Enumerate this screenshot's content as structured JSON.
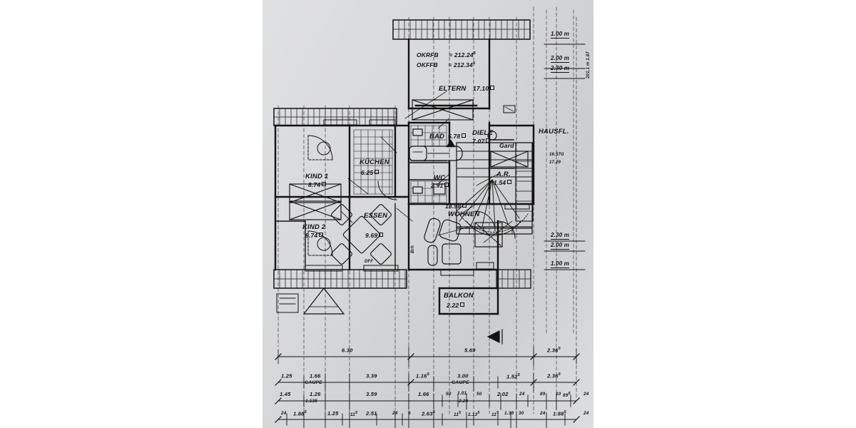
{
  "document": {
    "type": "architectural-floor-plan",
    "language": "de",
    "sheet_background": "#d7d8da",
    "ink_color": "#121212"
  },
  "elevations": {
    "okrfb_label": "OKRFB",
    "okrfb_value": "= 212.24",
    "okrfb_sup": "5",
    "okffb_label": "OKFFB",
    "okffb_value": "= 212.34",
    "okffb_sup": "5"
  },
  "rooms": [
    {
      "name": "ELTERN",
      "area": "17.10",
      "unit_glyph": "square"
    },
    {
      "name": "KIND 1",
      "area": "8.74",
      "unit_glyph": "square"
    },
    {
      "name": "KIND 2",
      "area": "8.74",
      "unit_glyph": "square"
    },
    {
      "name": "KÜCHEN",
      "area": "6.25",
      "unit_glyph": "square"
    },
    {
      "name": "ESSEN",
      "area": "9.69",
      "unit_glyph": "square"
    },
    {
      "name": "WOHNEN",
      "area": "18.98",
      "unit_glyph": "square"
    },
    {
      "name": "BAD",
      "area": "5.78",
      "unit_glyph": "square"
    },
    {
      "name": "WC",
      "area": "2.91",
      "unit_glyph": "square"
    },
    {
      "name": "DIELE",
      "area": "7.07",
      "unit_glyph": "square"
    },
    {
      "name": "A.R.",
      "area": "1.54",
      "unit_glyph": "square"
    },
    {
      "name": "BALKON",
      "area": "2.22",
      "unit_glyph": "square"
    },
    {
      "name": "HAUSFL.",
      "area": "",
      "unit_glyph": ""
    }
  ],
  "annotations": {
    "gard": "Gard",
    "dff": "DFF",
    "brh": "Brh",
    "stair_1": "16.57G",
    "stair_2": "17.29"
  },
  "right_dims_top": {
    "d1": "1.00 m",
    "d2": "2.00 m",
    "d3": "2.30 m",
    "vertical": "201.1 m  1.87"
  },
  "right_dims_bottom": {
    "d1": "2.30 m",
    "d2": "2.00 m",
    "d3": "1.00 m"
  },
  "dimension_chains": {
    "row1": [
      {
        "value": "6.30",
        "sup": ""
      },
      {
        "value": "5.69",
        "sup": ""
      },
      {
        "value": "2.36",
        "sup": "5"
      }
    ],
    "row2": [
      {
        "value": "1.25",
        "sup": "",
        "note": ""
      },
      {
        "value": "1.66",
        "sup": "",
        "note": "GAUPE"
      },
      {
        "value": "3.39",
        "sup": "",
        "note": ""
      },
      {
        "value": "1.16",
        "sup": "5",
        "note": ""
      },
      {
        "value": "3.00",
        "sup": "",
        "note": "GAUPE"
      },
      {
        "value": "1.52",
        "sup": "5",
        "note": ""
      },
      {
        "value": "2.36",
        "sup": "5",
        "note": ""
      }
    ],
    "row3": [
      {
        "value": "1.45",
        "sup": ""
      },
      {
        "value": "1.26",
        "sup": ""
      },
      {
        "value": "1.135",
        "sup": ""
      },
      {
        "value": "3.59",
        "sup": ""
      },
      {
        "value": "1.66",
        "sup": ""
      },
      {
        "value": "50",
        "sup": ""
      },
      {
        "value": "1.01",
        "sup": ""
      },
      {
        "value": "50",
        "sup": ""
      },
      {
        "value": "2.26",
        "sup": ""
      },
      {
        "value": "2.02",
        "sup": ""
      },
      {
        "value": "24",
        "sup": ""
      },
      {
        "value": "89",
        "sup": ""
      },
      {
        "value": "10",
        "sup": ""
      },
      {
        "value": "89",
        "sup": "5"
      },
      {
        "value": "24",
        "sup": ""
      }
    ],
    "row4": [
      {
        "value": "24",
        "sup": ""
      },
      {
        "value": "1.88",
        "sup": "5"
      },
      {
        "value": "1.25",
        "sup": ""
      },
      {
        "value": "11",
        "sup": "5"
      },
      {
        "value": "2.51",
        "sup": ""
      },
      {
        "value": "24",
        "sup": ""
      },
      {
        "value": "6",
        "sup": ""
      },
      {
        "value": "2.63",
        "sup": "5"
      },
      {
        "value": "11",
        "sup": "5"
      },
      {
        "value": "1.13",
        "sup": "5"
      },
      {
        "value": "11",
        "sup": "5"
      },
      {
        "value": "1.39",
        "sup": ""
      },
      {
        "value": "30",
        "sup": ""
      },
      {
        "value": "24",
        "sup": ""
      },
      {
        "value": "1.88",
        "sup": "5"
      },
      {
        "value": "24",
        "sup": ""
      }
    ]
  },
  "north_marker": {
    "glyph": "triangle-left"
  }
}
